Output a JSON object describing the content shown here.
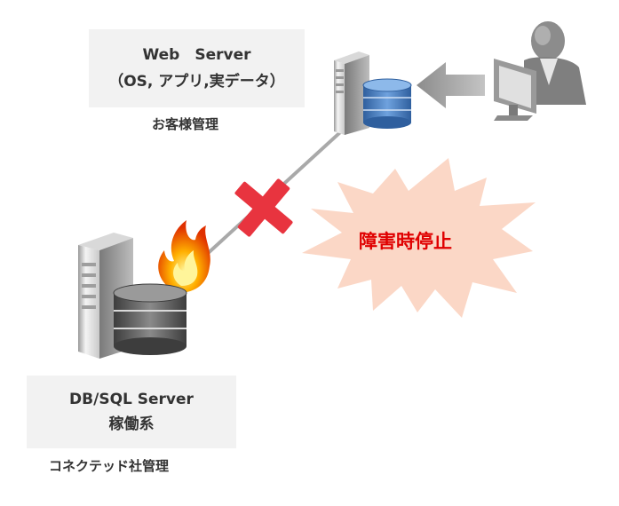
{
  "web_server": {
    "title": "Web　Server",
    "subtitle": "（OS, アプリ,実データ）",
    "owner": "お客様管理"
  },
  "db_server": {
    "title": "DB/SQL Server",
    "subtitle": "稼働系",
    "owner": "コネクテッド社管理"
  },
  "failure": {
    "label": "障害時停止"
  },
  "colors": {
    "failure_text": "#e00000",
    "burst_fill": "#fbd3c0",
    "cross": "#e8343f",
    "arrow": "#a6a6a6",
    "db_disk_web": "#4a7fbf",
    "db_disk_db": "#5a5a5a"
  },
  "icons": {
    "web_server": "server-with-database-icon",
    "db_server": "server-with-database-icon",
    "user": "user-at-computer-icon",
    "fire": "fire-icon",
    "cross": "cross-mark-icon",
    "arrow": "left-arrow-icon",
    "burst": "explosion-burst-icon"
  }
}
